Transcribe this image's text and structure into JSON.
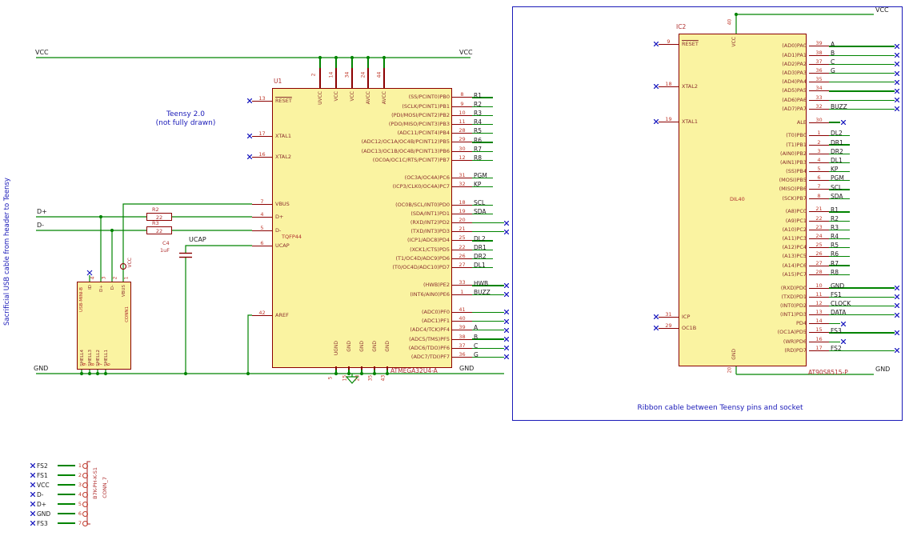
{
  "captions": {
    "usb_cable": "Sacrificial USB cable from header to Teensy",
    "teensy1": "Teensy 2.0",
    "teensy2": "(not fully drawn)",
    "ribbon": "Ribbon cable between Teensy pins and socket"
  },
  "nets": {
    "vcc_l": "VCC",
    "vcc_r": "VCC",
    "gnd_l": "GND",
    "gnd_r": "GND",
    "dp": "D+",
    "dm": "D-",
    "ucap": "UCAP",
    "ic2_vcc": "VCC",
    "ic2_gnd": "GND"
  },
  "u1": {
    "ref": "U1",
    "value": "ATMEGA32U4-A",
    "package": "TQFP44",
    "left_pins": [
      {
        "num": "13",
        "name": "RESET",
        "bar": true,
        "nc": true
      },
      {
        "num": "17",
        "name": "XTAL1",
        "nc": true
      },
      {
        "num": "16",
        "name": "XTAL2",
        "nc": true
      },
      {
        "num": "7",
        "name": "VBUS"
      },
      {
        "num": "4",
        "name": "D+"
      },
      {
        "num": "5",
        "name": "D-"
      },
      {
        "num": "6",
        "name": "UCAP"
      },
      {
        "num": "42",
        "name": "AREF"
      }
    ],
    "top_pins": [
      {
        "num": "2",
        "name": "UVCC"
      },
      {
        "num": "14",
        "name": "VCC"
      },
      {
        "num": "34",
        "name": "VCC"
      },
      {
        "num": "24",
        "name": "AVCC"
      },
      {
        "num": "44",
        "name": "AVCC"
      }
    ],
    "bottom_pins": [
      {
        "num": "5",
        "name": "UGND"
      },
      {
        "num": "15",
        "name": "GND"
      },
      {
        "num": "23",
        "name": "GND"
      },
      {
        "num": "35",
        "name": "GND"
      },
      {
        "num": "43",
        "name": "GND"
      }
    ],
    "right_pins": [
      {
        "name": "(SS/PCINT0)PB0",
        "num": "8",
        "net": "R1"
      },
      {
        "name": "(SCLK/PCINT1)PB1",
        "num": "9",
        "net": "R2"
      },
      {
        "name": "(PDI/MOSI/PCINT2)PB2",
        "num": "10",
        "net": "R3"
      },
      {
        "name": "(PDO/MISO/PCINT3)PB3",
        "num": "11",
        "net": "R4"
      },
      {
        "name": "(ADC11/PCINT4)PB4",
        "num": "28",
        "net": "R5"
      },
      {
        "name": "(ADC12/OC1A/OC4B/PCINT12)PB5",
        "num": "29",
        "net": "R6"
      },
      {
        "name": "(ADC13/OC1B/OC4B/PCINT13)PB6",
        "num": "30",
        "net": "R7"
      },
      {
        "name": "(OC0A/OC1C/RTS/PCINT7)PB7",
        "num": "12",
        "net": "R8"
      },
      {
        "name": "(OC3A/OC4A)PC6",
        "num": "31",
        "net": "PGM",
        "gap": true
      },
      {
        "name": "(ICP3/CLK0/OC4A)PC7",
        "num": "32",
        "net": "KP"
      },
      {
        "name": "(OC0B/SCL/INT0)PD0",
        "num": "18",
        "net": "SCL",
        "gap": true
      },
      {
        "name": "(SDA/INT1)PD1",
        "num": "19",
        "net": "SDA"
      },
      {
        "name": "(RXD/INT2)PD2",
        "num": "20",
        "net": "",
        "nc": true
      },
      {
        "name": "(TXD/INT3)PD3",
        "num": "21",
        "net": "",
        "nc": true
      },
      {
        "name": "(ICP1/ADC8)PD4",
        "num": "25",
        "net": "DL2"
      },
      {
        "name": "(XCK1/CTS)PD5",
        "num": "22",
        "net": "DR1"
      },
      {
        "name": "(T1/OC4D/ADC9)PD6",
        "num": "26",
        "net": "DR2"
      },
      {
        "name": "(T0/OC4D/ADC10)PD7",
        "num": "27",
        "net": "DL1"
      },
      {
        "name": "(HWB)PE2",
        "num": "33",
        "net": "HWB",
        "nc": true,
        "gap": true
      },
      {
        "name": "(INT6/AIN0)PE6",
        "num": "1",
        "net": "BUZZ",
        "nc": true
      },
      {
        "name": "(ADC0)PF0",
        "num": "41",
        "net": "",
        "nc": true,
        "gap": true
      },
      {
        "name": "(ADC1)PF1",
        "num": "40",
        "net": "",
        "nc": true
      },
      {
        "name": "(ADC4/TCK)PF4",
        "num": "39",
        "net": "A",
        "nc": true
      },
      {
        "name": "(ADC5/TMS)PF5",
        "num": "38",
        "net": "B",
        "nc": true
      },
      {
        "name": "(ADC6/TDO)PF6",
        "num": "37",
        "net": "C",
        "nc": true
      },
      {
        "name": "(ADC7/TDI)PF7",
        "num": "36",
        "net": "G",
        "nc": true
      }
    ]
  },
  "usb": {
    "ref": "CONN1",
    "value": "USB-MINI-B",
    "power_flag": "VCC",
    "top_pins": [
      {
        "num": "4",
        "name": "ID"
      },
      {
        "num": "3",
        "name": "D+"
      },
      {
        "num": "2",
        "name": "D-"
      },
      {
        "num": "1",
        "name": "VBUS"
      }
    ],
    "bottom_pins": [
      {
        "num": "9",
        "name": "SHELL4"
      },
      {
        "num": "8",
        "name": "SHELL3"
      },
      {
        "num": "7",
        "name": "SHELL2"
      },
      {
        "num": "6",
        "name": "SHELL1"
      }
    ]
  },
  "r2": {
    "ref": "R2",
    "value": "22"
  },
  "r3": {
    "ref": "R3",
    "value": "22"
  },
  "c4": {
    "ref": "C4",
    "value": "1uF"
  },
  "conn7": {
    "ref": "CONN_7",
    "value": "B7K-PH-K-S1",
    "rows": [
      {
        "net": "FS2",
        "pin": "1"
      },
      {
        "net": "FS1",
        "pin": "2"
      },
      {
        "net": "VCC",
        "pin": "3"
      },
      {
        "net": "D-",
        "pin": "4"
      },
      {
        "net": "D+",
        "pin": "5"
      },
      {
        "net": "GND",
        "pin": "6"
      },
      {
        "net": "FS3",
        "pin": "7"
      }
    ]
  },
  "ic2": {
    "ref": "IC2",
    "value": "AT90S8515-P",
    "package": "DIL40",
    "top_pin": {
      "num": "40",
      "name": "VCC"
    },
    "bottom_pin": {
      "num": "20",
      "name": "GND"
    },
    "left_pins": [
      {
        "num": "9",
        "name": "RESET",
        "bar": true,
        "nc": true
      },
      {
        "num": "18",
        "name": "XTAL2",
        "nc": true
      },
      {
        "num": "19",
        "name": "XTAL1",
        "nc": true
      },
      {
        "num": "31",
        "name": "ICP",
        "nc": true
      },
      {
        "num": "29",
        "name": "OC1B",
        "nc": true
      }
    ],
    "right_pins": [
      {
        "name": "(AD0)PA0",
        "num": "39",
        "net": "A",
        "nc": true
      },
      {
        "name": "(AD1)PA1",
        "num": "38",
        "net": "B",
        "nc": true
      },
      {
        "name": "(AD2)PA2",
        "num": "37",
        "net": "C",
        "nc": true
      },
      {
        "name": "(AD3)PA3",
        "num": "36",
        "net": "G",
        "nc": true
      },
      {
        "name": "(AD4)PA4",
        "num": "35",
        "net": "",
        "nc": true
      },
      {
        "name": "(AD5)PA5",
        "num": "34",
        "net": "",
        "nc": true
      },
      {
        "name": "(AD6)PA6",
        "num": "33",
        "net": "",
        "nc": true
      },
      {
        "name": "(AD7)PA7",
        "num": "32",
        "net": "BUZZ",
        "nc": true
      },
      {
        "name": "ALE",
        "num": "30",
        "net": "",
        "nc": true,
        "short": true,
        "gap": true
      },
      {
        "name": "(T0)PB0",
        "num": "1",
        "net": "DL2",
        "gap": true
      },
      {
        "name": "(T1)PB1",
        "num": "2",
        "net": "DR1"
      },
      {
        "name": "(AIN0)PB2",
        "num": "3",
        "net": "DR2"
      },
      {
        "name": "(AIN1)PB3",
        "num": "4",
        "net": "DL1"
      },
      {
        "name": "(SS)PB4",
        "num": "5",
        "net": "KP"
      },
      {
        "name": "(MOSI)PB5",
        "num": "6",
        "net": "PGM"
      },
      {
        "name": "(MISO)PB6",
        "num": "7",
        "net": "SCL"
      },
      {
        "name": "(SCK)PB7",
        "num": "8",
        "net": "SDA"
      },
      {
        "name": "(A8)PC0",
        "num": "21",
        "net": "R1",
        "gap": true
      },
      {
        "name": "(A9)PC1",
        "num": "22",
        "net": "R2"
      },
      {
        "name": "(A10)PC2",
        "num": "23",
        "net": "R3"
      },
      {
        "name": "(A11)PC3",
        "num": "24",
        "net": "R4"
      },
      {
        "name": "(A12)PC4",
        "num": "25",
        "net": "R5"
      },
      {
        "name": "(A13)PC5",
        "num": "26",
        "net": "R6"
      },
      {
        "name": "(A14)PC6",
        "num": "27",
        "net": "R7"
      },
      {
        "name": "(A15)PC7",
        "num": "28",
        "net": "R8"
      },
      {
        "name": "(RXD)PD0",
        "num": "10",
        "net": "GND",
        "nc": true,
        "gap": true
      },
      {
        "name": "(TXD)PD1",
        "num": "11",
        "net": "FS1",
        "nc": true
      },
      {
        "name": "(INT0)PD2",
        "num": "12",
        "net": "CLOCK",
        "nc": true
      },
      {
        "name": "(INT1)PD3",
        "num": "13",
        "net": "DATA",
        "nc": true
      },
      {
        "name": "PD4",
        "num": "14",
        "net": "",
        "nc": true,
        "short": true
      },
      {
        "name": "(OC1A)PD5",
        "num": "15",
        "net": "FS3",
        "nc": true
      },
      {
        "name": "(WR)PD6",
        "num": "16",
        "net": "",
        "nc": true,
        "short": true
      },
      {
        "name": "(RD)PD7",
        "num": "17",
        "net": "FS2",
        "nc": true
      }
    ]
  }
}
